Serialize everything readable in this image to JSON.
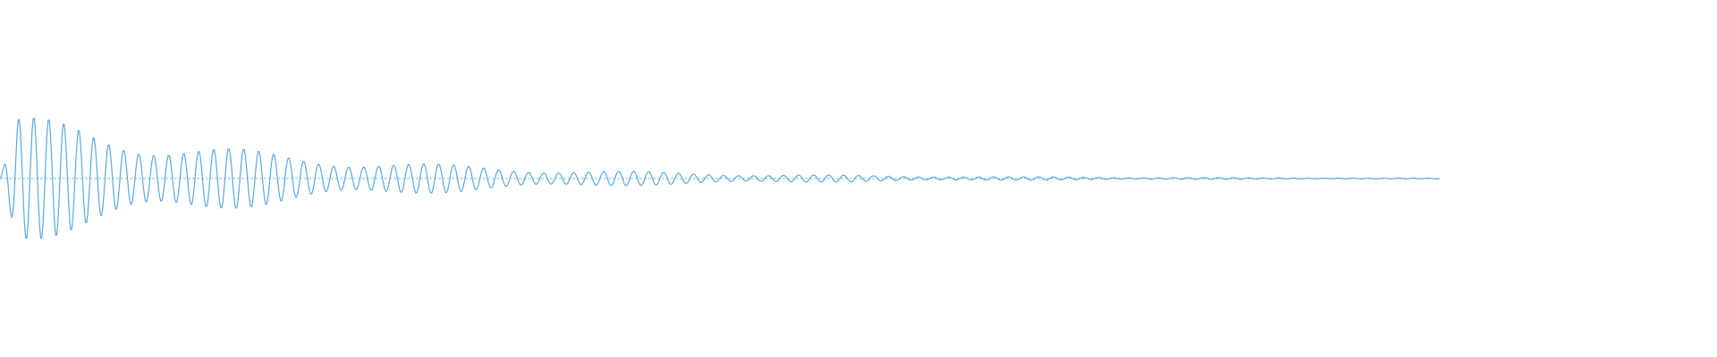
{
  "waveform": {
    "color": "#5aa9e2",
    "cycles": 96,
    "decay_shape": "exponential",
    "envelope": {
      "peak_fraction": 0.72,
      "end_fraction": 0.004
    },
    "tail": {
      "style": "dashed-line"
    }
  }
}
